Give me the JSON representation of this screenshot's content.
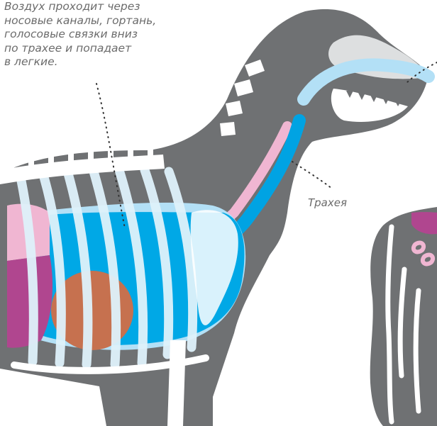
{
  "annotations": {
    "airway_description": {
      "lines": [
        "Воздух проходит через",
        "носовые каналы, гортань,",
        "голосовые связки вниз",
        "по трахее и попадает",
        "в легкие."
      ]
    },
    "trachea_label": "Трахея"
  },
  "colors": {
    "body_gray": "#6f7173",
    "bone_white": "#ffffff",
    "airway_light_blue": "#b3e0f6",
    "lung_blue": "#00a8e6",
    "trachea_blue": "#00a3e3",
    "esophagus_pink": "#f0b6d2",
    "heart_brown": "#c6714f",
    "organ_magenta": "#b0468f",
    "leader_line": "#333333",
    "caption_text": "#6b6b6b"
  }
}
